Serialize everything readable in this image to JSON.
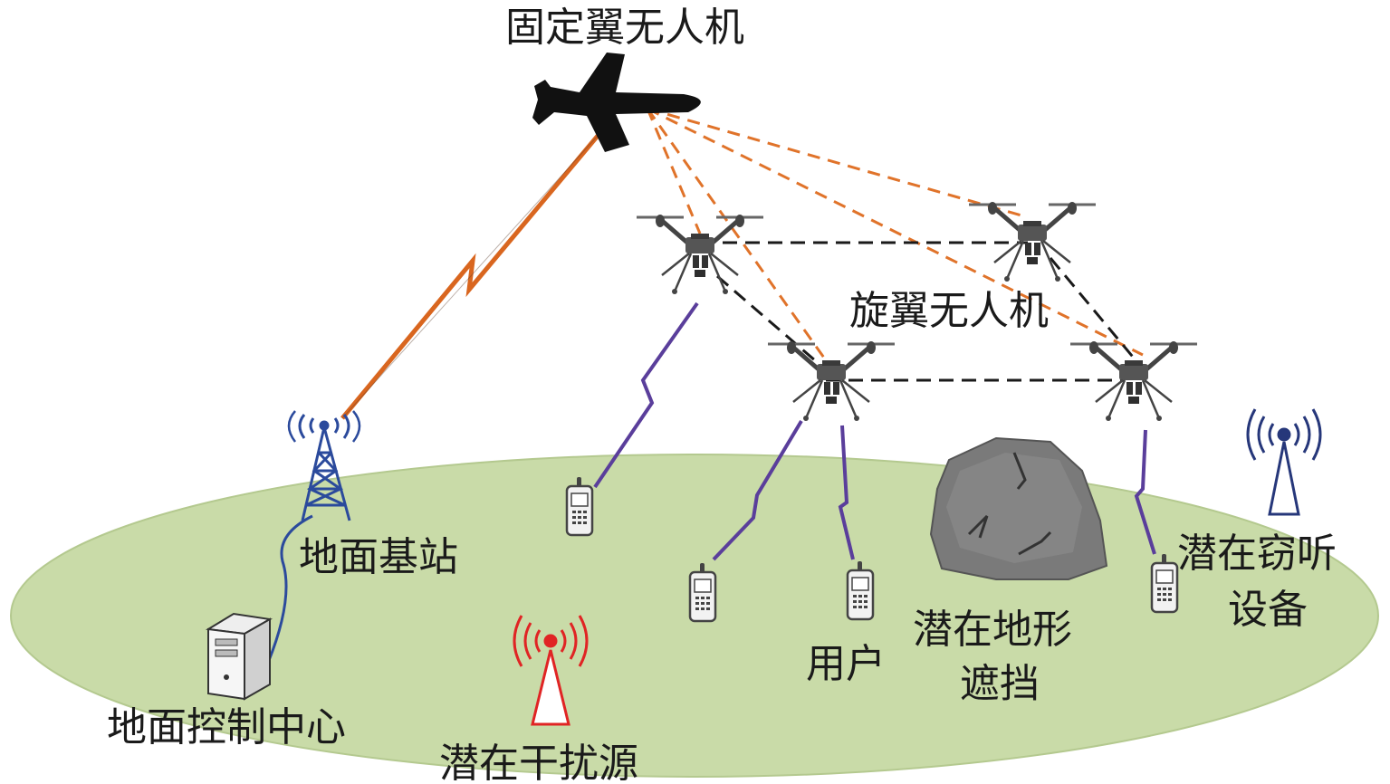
{
  "labels": {
    "fixed_wing_uav": "固定翼无人机",
    "rotor_uav": "旋翼无人机",
    "ground_base_station": "地面基站",
    "ground_control_center": "地面控制中心",
    "potential_jammer": "潜在干扰源",
    "user": "用户",
    "terrain_block_line1": "潜在地形",
    "terrain_block_line2": "遮挡",
    "eavesdropper_line1": "潜在窃听",
    "eavesdropper_line2": "设备"
  },
  "colors": {
    "ground": "#c9dba8",
    "orange_link": "#e0732a",
    "purple_link": "#5a3e9b",
    "black_link": "#1a1a1a",
    "tower_blue": "#2b4a9c",
    "jammer_red": "#e02424",
    "eavesdrop_navy": "#26377a",
    "rock": "#7a7a7a"
  },
  "icons": [
    "fixed-wing-plane-icon",
    "quadcopter-icon",
    "base-tower-icon",
    "server-icon",
    "phone-icon",
    "jammer-antenna-icon",
    "eavesdrop-antenna-icon",
    "rock-icon"
  ]
}
